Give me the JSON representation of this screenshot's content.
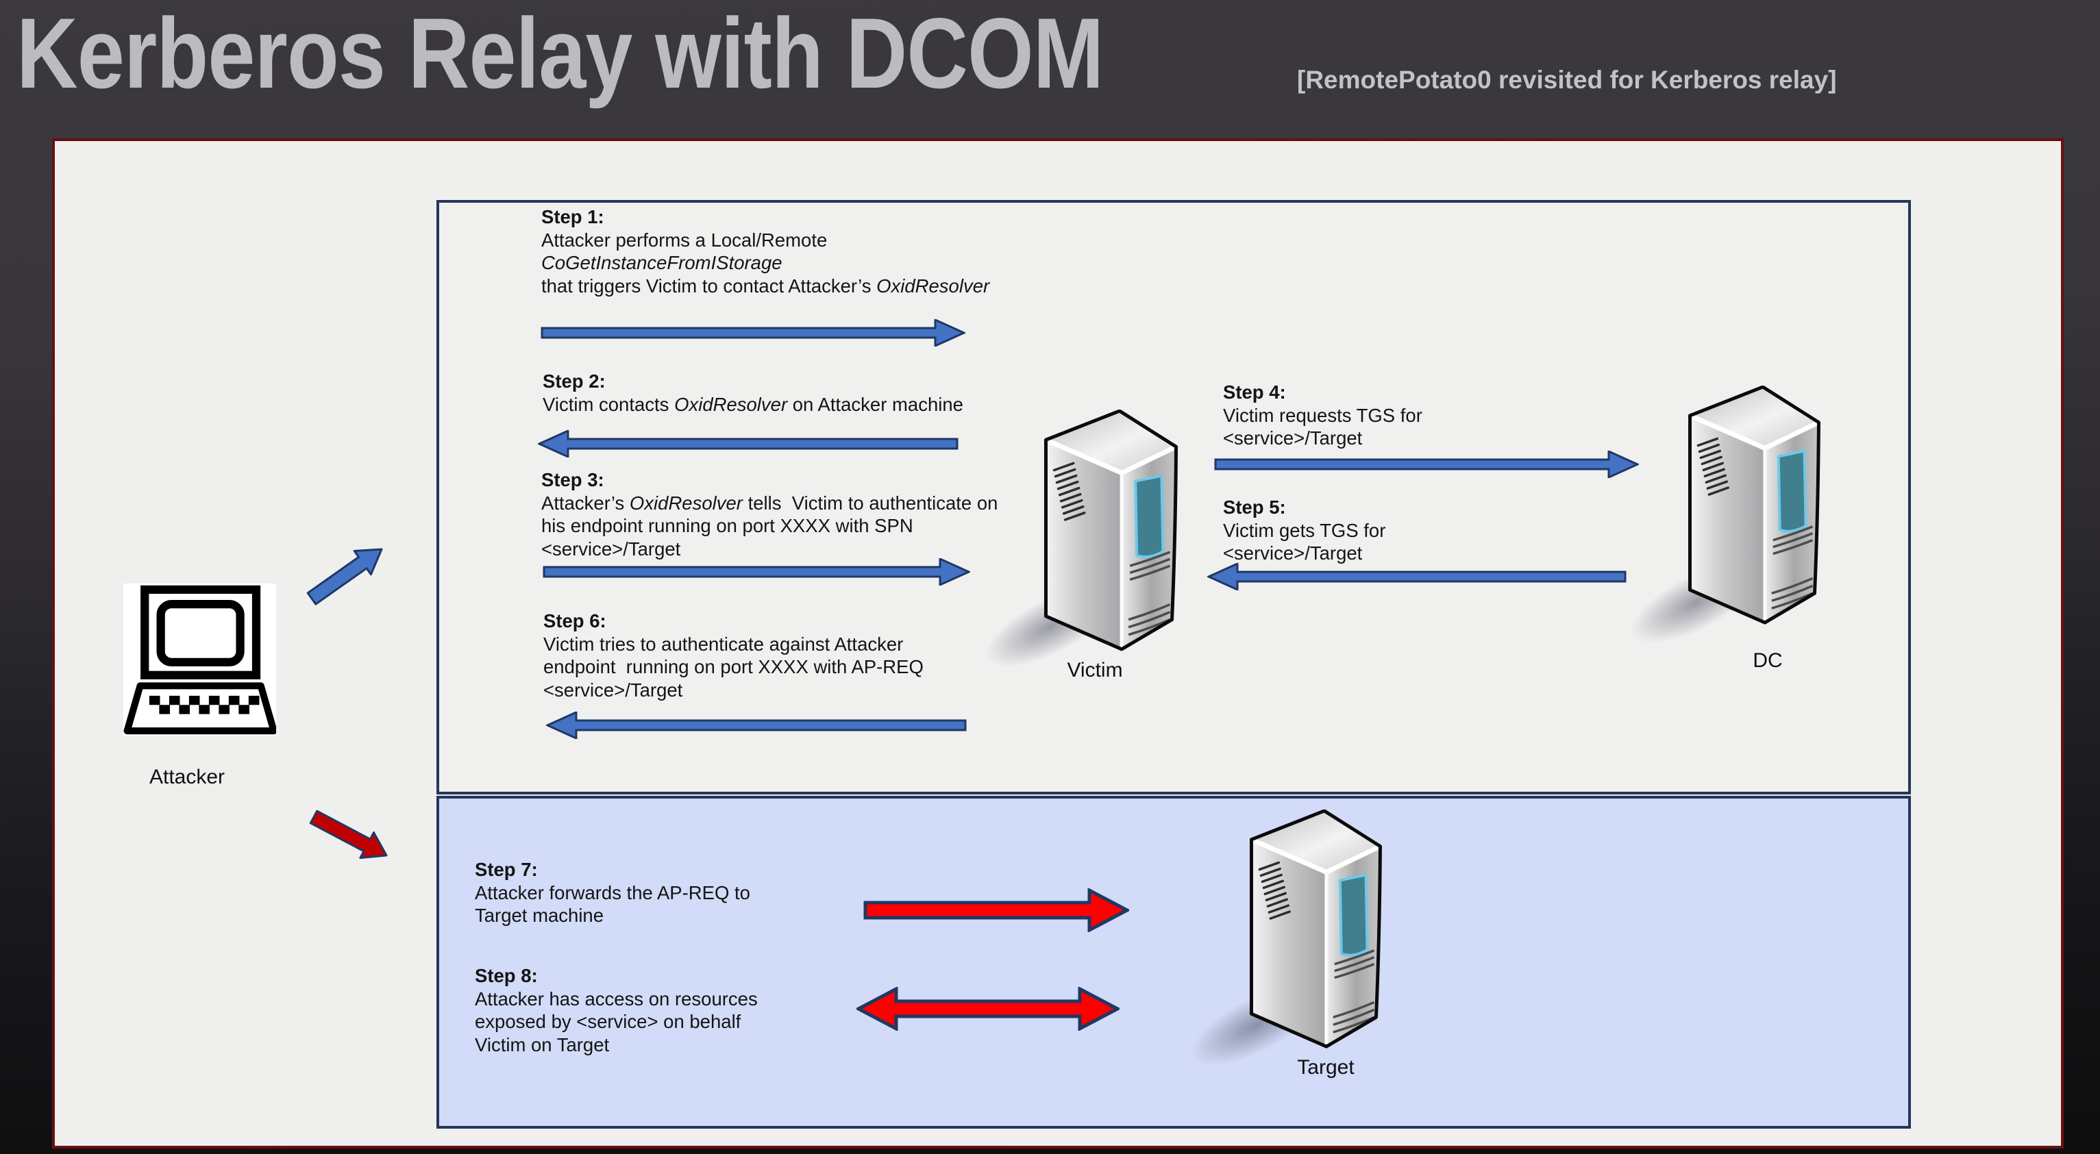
{
  "title": {
    "main": "Kerberos Relay with DCOM",
    "subtitle": "[RemotePotato0 revisited for Kerberos relay]"
  },
  "nodes": {
    "attacker": "Attacker",
    "victim": "Victim",
    "dc": "DC",
    "target": "Target"
  },
  "steps": {
    "s1": {
      "heading": "Step 1:",
      "l1": "Attacker performs a Local/Remote",
      "l2_italic": "CoGetInstanceFromIStorage",
      "l3a": "that triggers Victim to contact Attacker’s ",
      "l3b_italic": "OxidResolver"
    },
    "s2": {
      "heading": "Step 2:",
      "l1a": "Victim contacts ",
      "l1b_italic": "OxidResolver",
      "l1c": " on Attacker machine"
    },
    "s3": {
      "heading": "Step 3:",
      "l1a": "Attacker’s ",
      "l1b_italic": "OxidResolver",
      "l1c": " tells  Victim to authenticate on",
      "l2": "his endpoint running on port XXXX with SPN",
      "l3": "<service>/Target"
    },
    "s4": {
      "heading": "Step 4:",
      "l1": "Victim requests TGS for",
      "l2": "<service>/Target"
    },
    "s5": {
      "heading": "Step 5:",
      "l1": "Victim gets TGS for",
      "l2": "<service>/Target"
    },
    "s6": {
      "heading": "Step 6:",
      "l1": "Victim tries to authenticate against Attacker",
      "l2": "endpoint  running on port XXXX with AP-REQ",
      "l3": "<service>/Target"
    },
    "s7": {
      "heading": "Step 7:",
      "l1": "Attacker forwards the AP-REQ to",
      "l2": "Target machine"
    },
    "s8": {
      "heading": "Step 8:",
      "l1": "Attacker has access on resources",
      "l2": "exposed by <service> on behalf",
      "l3": "Victim on Target"
    }
  },
  "arrows": {
    "step1": {
      "color": "blue",
      "direction": "right"
    },
    "step2": {
      "color": "blue",
      "direction": "left"
    },
    "step3": {
      "color": "blue",
      "direction": "right"
    },
    "step4": {
      "color": "blue",
      "direction": "right"
    },
    "step5": {
      "color": "blue",
      "direction": "left"
    },
    "step6": {
      "color": "blue",
      "direction": "left"
    },
    "step7": {
      "color": "red",
      "direction": "right"
    },
    "step8": {
      "color": "red",
      "direction": "both"
    },
    "attacker_to_topbox": {
      "color": "blue",
      "direction": "up-right"
    },
    "attacker_to_bottombox": {
      "color": "dark-red",
      "direction": "down-right"
    }
  },
  "icons": {
    "attacker": "laptop-icon",
    "victim": "server-tower-icon",
    "dc": "server-tower-icon",
    "target": "server-tower-icon"
  },
  "colors": {
    "background_top": "#38363b",
    "background_bottom": "#0d0d0e",
    "title_text": "#bcbbbf",
    "panel_background": "#efefee",
    "panel_border": "#661212",
    "top_box_background": "#f0f0ef",
    "bottom_box_background": "#d2dbf7",
    "box_border": "#24365a",
    "arrow_blue": "#4472c4",
    "arrow_red": "#fe0000",
    "arrow_dark_red": "#c00000",
    "arrow_outline": "#1f3864",
    "server_screen_teal": "#417f8e"
  }
}
